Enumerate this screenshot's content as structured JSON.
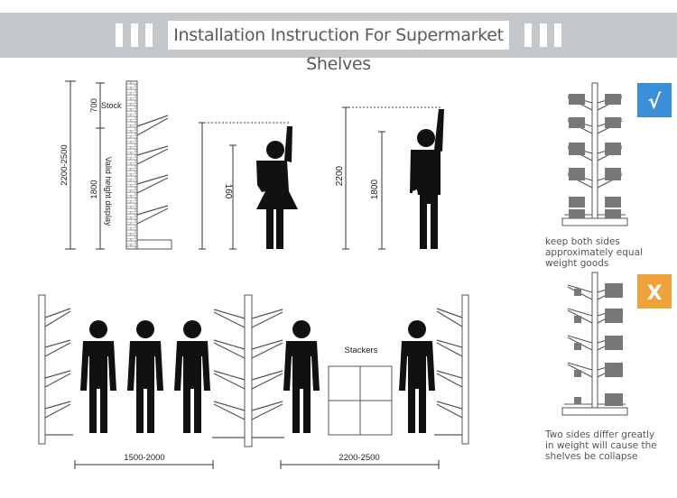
{
  "title": "Installation Instruction For Supermarket Shelves",
  "top_left": {
    "stock_label": "Stock",
    "stock_height": "700",
    "total_height": "2200-2500",
    "display_height": "1800",
    "display_label": "Valid height display"
  },
  "figures": {
    "woman_reach": "160",
    "man_reach": "2200",
    "man_height": "1800"
  },
  "bottom": {
    "aisle_width": "1500-2000",
    "stackers_label": "Stackers",
    "stacker_aisle_width": "2200-2500"
  },
  "right_panel": {
    "good_mark": "√",
    "good_caption": [
      "keep both sides",
      "approximately equal",
      "weight goods"
    ],
    "bad_mark": "X",
    "bad_caption": [
      "Two sides differ greatly",
      "in weight will cause the",
      "shelves be collapse"
    ],
    "mark_color": "#3a8fd9",
    "bad_color": "#f0a23a"
  }
}
